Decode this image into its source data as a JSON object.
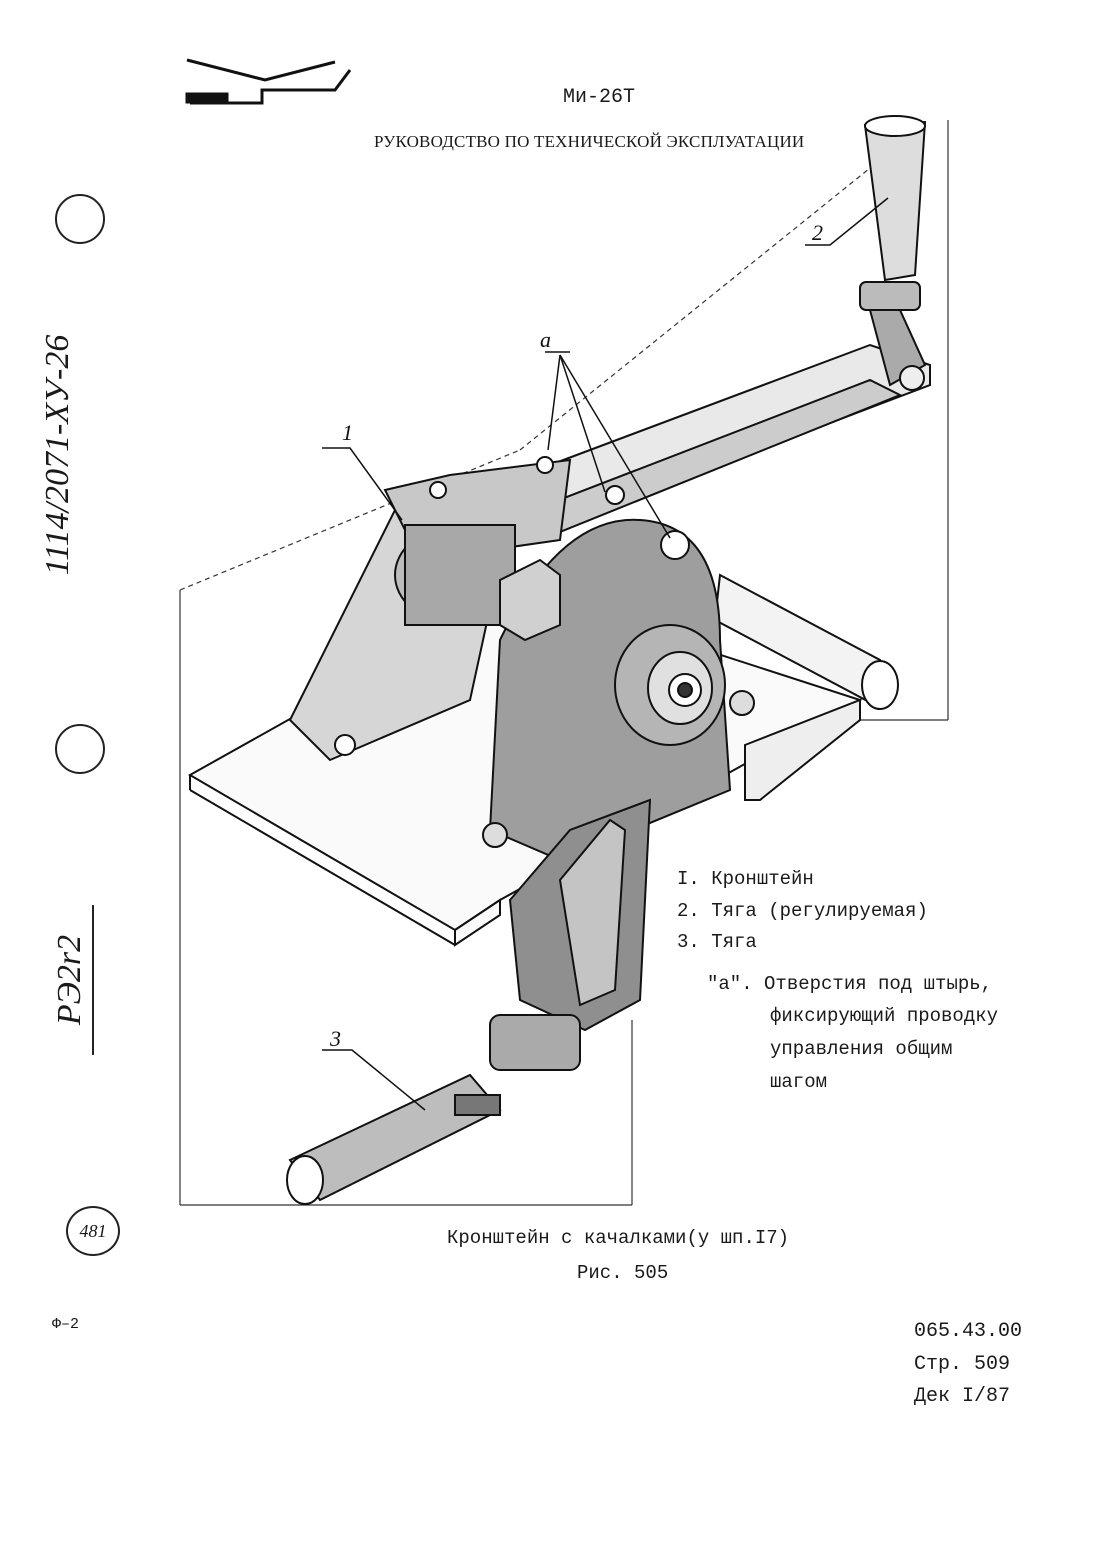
{
  "header": {
    "title": "Ми-26Т",
    "subtitle": "РУКОВОДСТВО ПО ТЕХНИЧЕСКОЙ ЭКСПЛУАТАЦИИ"
  },
  "margin": {
    "handwriting": "1114/2071-XУ-26",
    "note": "РЭ2r2",
    "stamp": "481",
    "form_code": "Ф–2"
  },
  "figure": {
    "callouts": [
      "1",
      "2",
      "3",
      "а"
    ],
    "legend": [
      "I. Кронштейн",
      "2. Тяга (регулируемая)",
      "3. Тяга"
    ],
    "legend_a": {
      "label": "\"а\". Отверстия под штырь,",
      "lines": [
        "фиксирующий проводку",
        "управления общим",
        "шагом"
      ]
    },
    "caption": "Кронштейн с качалками(у шп.I7)",
    "number": "Рис. 505"
  },
  "footer": {
    "code": "065.43.00",
    "page": "Стр. 509",
    "revision": "Дек I/87"
  }
}
